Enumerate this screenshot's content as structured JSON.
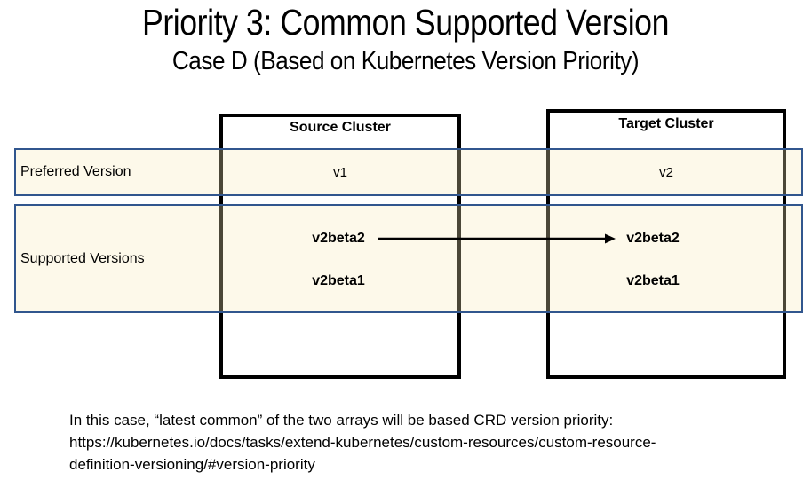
{
  "slide": {
    "title": "Priority 3: Common Supported Version",
    "subtitle": "Case D (Based on Kubernetes Version Priority)"
  },
  "diagram": {
    "source": {
      "header": "Source Cluster"
    },
    "target": {
      "header": "Target Cluster"
    },
    "preferred_row": {
      "label": "Preferred Version",
      "source_value": "v1",
      "target_value": "v2"
    },
    "supported_row": {
      "label": "Supported Versions",
      "source_versions": [
        "v2beta2",
        "v2beta1"
      ],
      "target_versions": [
        "v2beta2",
        "v2beta1"
      ]
    },
    "arrow": {
      "from": "v2beta2",
      "to": "v2beta2",
      "direction": "source-to-target"
    }
  },
  "footer": {
    "sentence": "In this case, “latest common” of the two arrays will be based CRD version priority:",
    "url_line1": "https://kubernetes.io/docs/tasks/extend-kubernetes/custom-resources/custom-resource-",
    "url_line2": "definition-versioning/#version-priority"
  },
  "colors": {
    "band_fill_effective": "#FDF9EC",
    "band_border": "#31568E",
    "box_border": "#000000",
    "arrow": "#000000",
    "text": "#000000",
    "background": "#FFFFFF"
  }
}
